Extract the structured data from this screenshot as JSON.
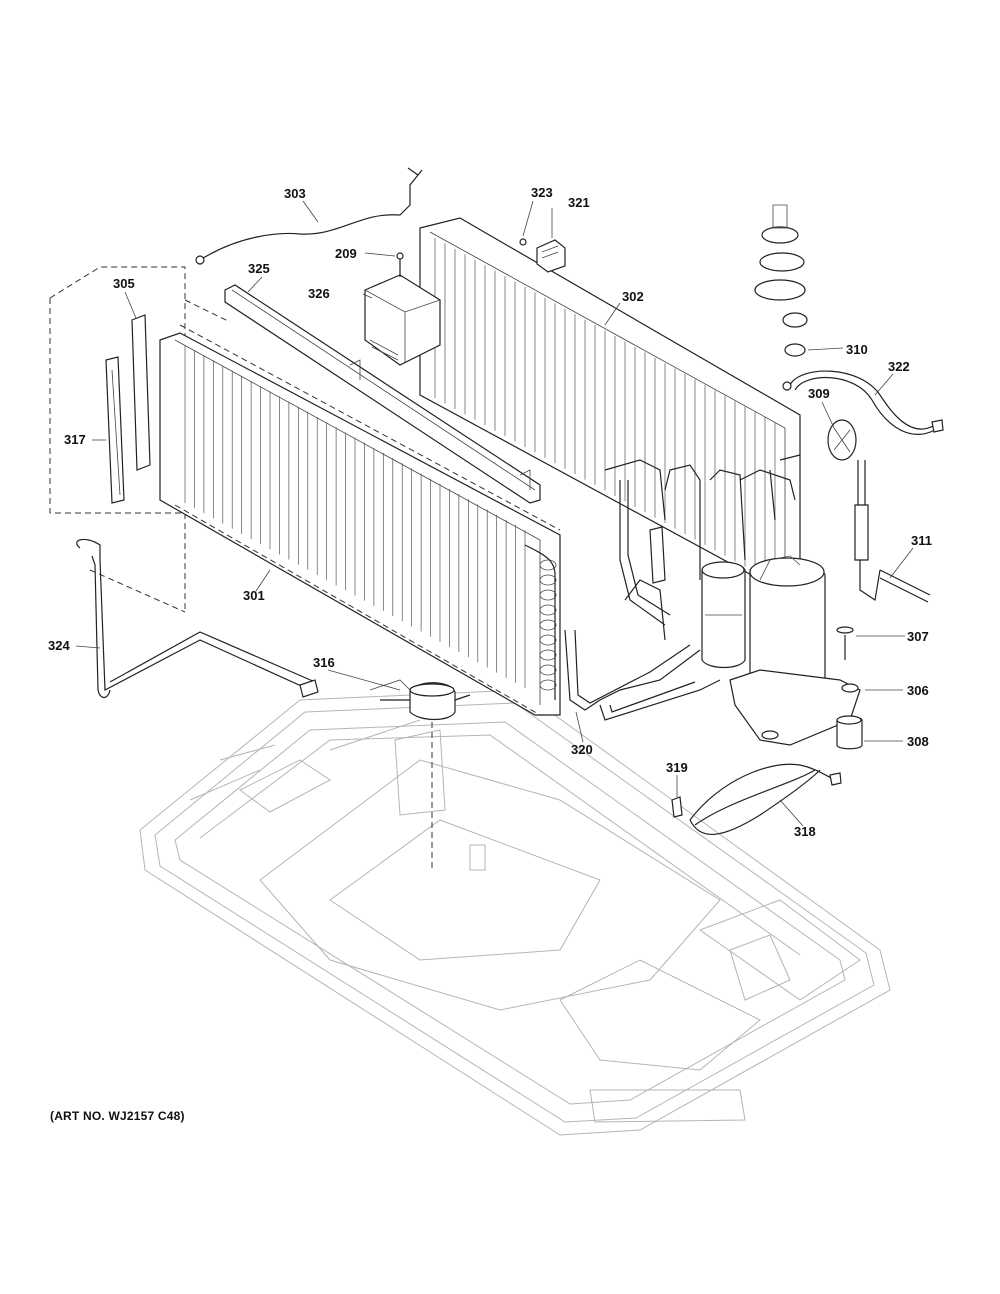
{
  "art_number": "(ART NO. WJ2157 C48)",
  "callouts": [
    {
      "id": "c303",
      "label": "303"
    },
    {
      "id": "c323",
      "label": "323"
    },
    {
      "id": "c321",
      "label": "321"
    },
    {
      "id": "c209",
      "label": "209"
    },
    {
      "id": "c325",
      "label": "325"
    },
    {
      "id": "c305",
      "label": "305"
    },
    {
      "id": "c326",
      "label": "326"
    },
    {
      "id": "c302",
      "label": "302"
    },
    {
      "id": "c310",
      "label": "310"
    },
    {
      "id": "c322",
      "label": "322"
    },
    {
      "id": "c309",
      "label": "309"
    },
    {
      "id": "c317",
      "label": "317"
    },
    {
      "id": "c311",
      "label": "311"
    },
    {
      "id": "c301",
      "label": "301"
    },
    {
      "id": "c307",
      "label": "307"
    },
    {
      "id": "c324",
      "label": "324"
    },
    {
      "id": "c316",
      "label": "316"
    },
    {
      "id": "c306",
      "label": "306"
    },
    {
      "id": "c320",
      "label": "320"
    },
    {
      "id": "c308",
      "label": "308"
    },
    {
      "id": "c319",
      "label": "319"
    },
    {
      "id": "c318",
      "label": "318"
    }
  ]
}
